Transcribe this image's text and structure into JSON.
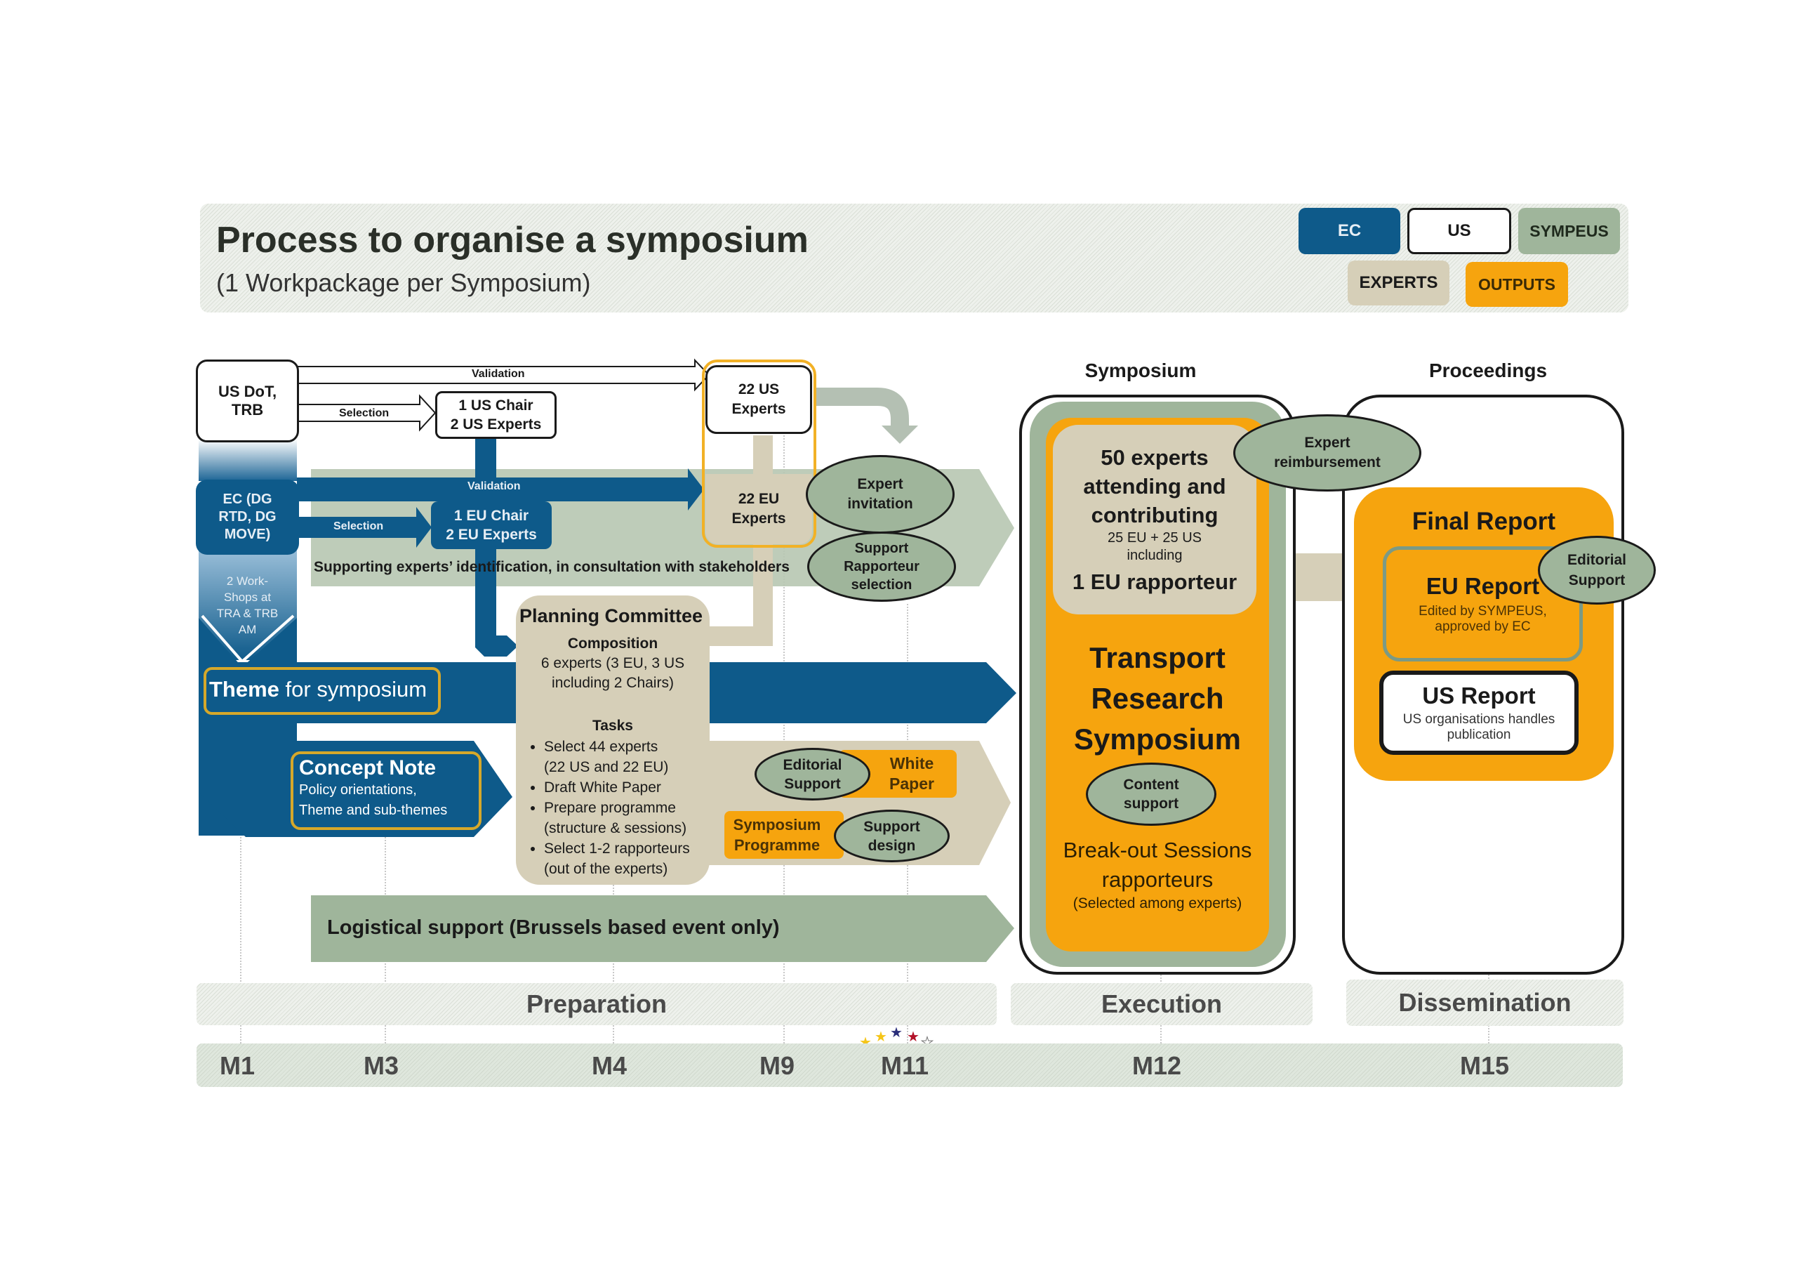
{
  "header": {
    "title": "Process to organise a symposium",
    "subtitle": "(1 Workpackage per Symposium)"
  },
  "legend": [
    {
      "label": "EC",
      "color": "#0e5a8a"
    },
    {
      "label": "US",
      "color": "#ffffff"
    },
    {
      "label": "SYMPEUS",
      "color": "#9fb59b"
    },
    {
      "label": "EXPERTS",
      "color": "#d6cfb8"
    },
    {
      "label": "OUTPUTS",
      "color": "#f6a40e"
    }
  ],
  "actors": {
    "us": "US DoT, TRB",
    "ec": "EC (DG RTD, DG MOVE)",
    "workshops": "2 Work-Shops at TRA & TRB AM"
  },
  "arrows": {
    "us_validation": "Validation",
    "us_selection": "Selection",
    "ec_validation": "Validation",
    "ec_selection": "Selection"
  },
  "boxes": {
    "us_chair": [
      "1 US Chair",
      "2 US Experts"
    ],
    "eu_chair": [
      "1 EU Chair",
      "2 EU Experts"
    ],
    "us_experts": [
      "22 US",
      "Experts"
    ],
    "eu_experts": [
      "22 EU",
      "Experts"
    ],
    "supporting": "Supporting experts’ identification, in consultation with stakeholders",
    "theme_bold": "Theme",
    "theme_rest": " for symposium",
    "concept_title": "Concept Note",
    "concept_lines": [
      "Policy orientations,",
      "Theme and sub-themes"
    ],
    "logistics": "Logistical support (Brussels based event only)"
  },
  "planning_committee": {
    "title": "Planning Committee",
    "composition_label": "Composition",
    "composition_lines": [
      "6 experts (3 EU, 3 US",
      "including 2 Chairs)"
    ],
    "tasks_label": "Tasks",
    "tasks": [
      [
        "Select 44 experts",
        "(22 US and 22 EU)"
      ],
      [
        "Draft White Paper"
      ],
      [
        "Prepare programme",
        "(structure & sessions)"
      ],
      [
        "Select 1-2 rapporteurs",
        "(out of the experts)"
      ]
    ]
  },
  "ellipses": {
    "expert_invitation": [
      "Expert",
      "invitation"
    ],
    "rapporteur_selection": [
      "Support",
      "Rapporteur",
      "selection"
    ],
    "editorial_support_1": [
      "Editorial",
      "Support"
    ],
    "support_design": [
      "Support",
      "design"
    ],
    "expert_reimbursement": [
      "Expert",
      "reimbursement"
    ],
    "content_support": [
      "Content",
      "support"
    ],
    "editorial_support_2": [
      "Editorial",
      "Support"
    ]
  },
  "outputs": {
    "white_paper": [
      "White",
      "Paper"
    ],
    "symposium_programme": [
      "Symposium",
      "Programme"
    ]
  },
  "symposium": {
    "heading": "Symposium",
    "experts_lines": [
      "50 experts",
      "attending and",
      "contributing"
    ],
    "experts_split": [
      "25 EU + 25 US",
      "including"
    ],
    "rapporteur": "1 EU rapporteur",
    "title_lines": [
      "Transport",
      "Research",
      "Symposium"
    ],
    "breakout_lines": [
      "Break-out Sessions",
      "rapporteurs"
    ],
    "breakout_note": "(Selected among experts)"
  },
  "proceedings": {
    "heading": "Proceedings",
    "final_report": "Final Report",
    "eu_report": "EU Report",
    "eu_report_note": [
      "Edited by SYMPEUS,",
      "approved by EC"
    ],
    "us_report": "US Report",
    "us_report_note": [
      "US organisations handles",
      "publication"
    ]
  },
  "phases": [
    "Preparation",
    "Execution",
    "Dissemination"
  ],
  "months": [
    "M1",
    "M3",
    "M4",
    "M9",
    "M11",
    "M12",
    "M15"
  ],
  "stars_icon": {
    "colors": [
      "#f5c518",
      "#f5c518",
      "#2b2f7a",
      "#b3122a",
      "#ffffff"
    ]
  }
}
